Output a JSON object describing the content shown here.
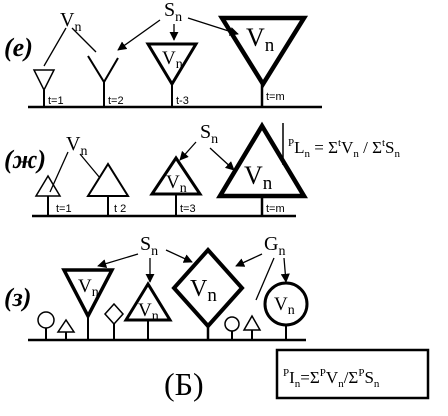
{
  "labels": {
    "v": "V",
    "s": "S",
    "g": "G",
    "sub": "n"
  },
  "rows": [
    {
      "tag": "(е)"
    },
    {
      "tag": "(ж)"
    },
    {
      "tag": "(з)"
    }
  ],
  "ticks_row1": [
    "t=1",
    "t=2",
    "t-3",
    "t=m"
  ],
  "ticks_row2": [
    "t=1",
    "t 2",
    "t=3",
    "t=m"
  ],
  "formula_top": {
    "sup1": "P",
    "lhs": "L",
    "sub": "n",
    "eq": " = Σ",
    "sup2": "t",
    "mid": "V",
    "sub2": "n",
    "div": " / Σ",
    "sup3": "t",
    "end": "S",
    "sub3": "n"
  },
  "formula_bottom": {
    "sup1": "P",
    "lhs": "I",
    "sub": "n",
    "eq": "=Σ",
    "sup2": "P",
    "mid": "V",
    "sub2": "n",
    "div": "/Σ",
    "sup3": "P",
    "end": "S",
    "sub3": "n"
  },
  "caption": "(Б)"
}
